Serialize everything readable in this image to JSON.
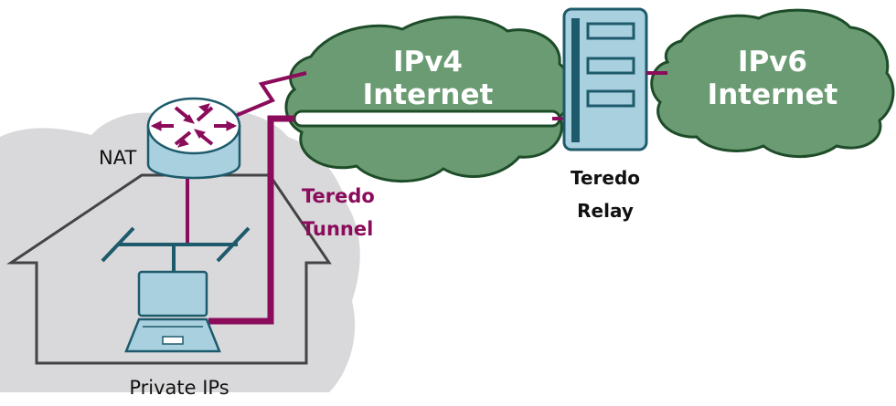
{
  "labels": {
    "ipv4_line1": "IPv4",
    "ipv4_line2": "Internet",
    "ipv6_line1": "IPv6",
    "ipv6_line2": "Internet",
    "nat": "NAT",
    "tunnel_line1": "Teredo",
    "tunnel_line2": "Tunnel",
    "relay_line1": "Teredo",
    "relay_line2": "Relay",
    "private": "Private IPs"
  },
  "colors": {
    "cloud_fill": "#6b9b72",
    "cloud_stroke": "#1d4c28",
    "tunnel": "#8a0c5b",
    "device_fill": "#a9d0df",
    "device_stroke": "#1d5a6b",
    "antenna": "#1d5a6b",
    "house_stroke": "#444444",
    "shadow": "#d9d9db"
  }
}
